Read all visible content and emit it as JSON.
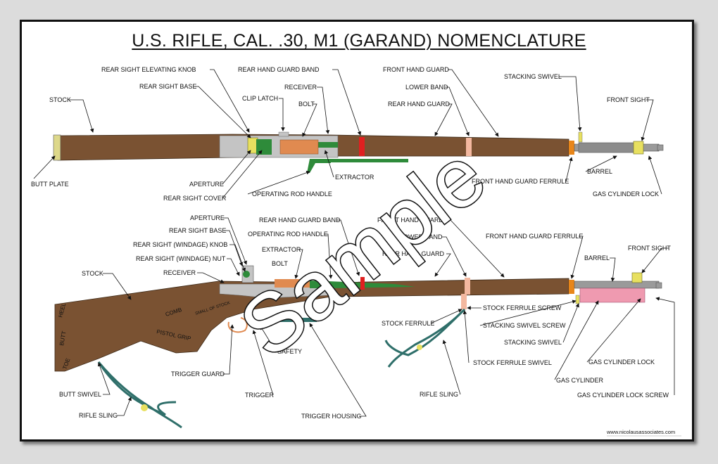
{
  "title": "U.S. RIFLE, CAL. .30, M1 (GARAND) NOMENCLATURE",
  "top_labels": {
    "stock": "STOCK",
    "rear_sight_elevating_knob": "REAR SIGHT ELEVATING KNOB",
    "rear_sight_base": "REAR SIGHT BASE",
    "clip_latch": "CLIP LATCH",
    "rear_hand_guard_band": "REAR HAND GUARD BAND",
    "receiver": "RECEIVER",
    "bolt": "BOLT",
    "front_hand_guard": "FRONT HAND GUARD",
    "lower_band": "LOWER BAND",
    "rear_hand_guard": "REAR HAND GUARD",
    "stacking_swivel": "STACKING SWIVEL",
    "front_sight": "FRONT SIGHT",
    "butt_plate": "BUTT PLATE",
    "aperture": "APERTURE",
    "rear_sight_cover": "REAR SIGHT COVER",
    "extractor": "EXTRACTOR",
    "operating_rod_handle": "OPERATING ROD HANDLE",
    "front_hand_guard_ferrule": "FRONT HAND GUARD FERRULE",
    "barrel": "BARREL",
    "gas_cylinder_lock": "GAS CYLINDER LOCK"
  },
  "bottom_labels": {
    "aperture": "APERTURE",
    "rear_sight_base": "REAR SIGHT BASE",
    "rear_sight_windage_knob": "REAR SIGHT (WINDAGE) KNOB",
    "rear_sight_windage_nut": "REAR SIGHT (WINDAGE) NUT",
    "stock": "STOCK",
    "receiver": "RECEIVER",
    "rear_hand_guard_band": "REAR HAND GUARD BAND",
    "operating_rod_handle": "OPERATING ROD HANDLE",
    "extractor": "EXTRACTOR",
    "bolt": "BOLT",
    "front_hand_guard": "FRONT HAND GUARD",
    "lower_band": "LOWER BAND",
    "rear_hand_guard": "REAR HAND GUARD",
    "front_hand_guard_ferrule": "FRONT HAND GUARD FERRULE",
    "barrel": "BARREL",
    "front_sight": "FRONT SIGHT",
    "stock_ferrule_screw": "STOCK FERRULE SCREW",
    "stock_ferrule": "STOCK FERRULE",
    "stacking_swivel_screw": "STACKING SWIVEL SCREW",
    "stacking_swivel": "STACKING SWIVEL",
    "stock_ferrule_swivel": "STOCK FERRULE SWIVEL",
    "gas_cylinder_lock": "GAS CYLINDER LOCK",
    "gas_cylinder": "GAS CYLINDER",
    "gas_cylinder_lock_screw": "GAS CYLINDER LOCK SCREW",
    "safety": "SAFETY",
    "trigger_guard": "TRIGGER GUARD",
    "trigger": "TRIGGER",
    "trigger_housing": "TRIGGER HOUSING",
    "butt_swivel": "BUTT SWIVEL",
    "rifle_sling": "RIFLE SLING",
    "rifle_sling_front": "RIFLE SLING"
  },
  "stock_text": {
    "heel": "HEEL",
    "comb": "COMB",
    "small_of_stock": "SMALL OF STOCK",
    "butt": "BUTT",
    "pistol_grip": "PISTOL GRIP",
    "toe": "TOE"
  },
  "watermark": "Sample",
  "website": "www.nicolausassociates.com",
  "colors": {
    "wood": "#7a5232",
    "metal_gray": "#b8b8b8",
    "green_part": "#2e8b3a",
    "orange_part": "#e08a50",
    "red_band": "#e02020",
    "pink_band": "#f3b8a0",
    "yellow_part": "#e8e060",
    "sling": "#2f6f6a"
  }
}
